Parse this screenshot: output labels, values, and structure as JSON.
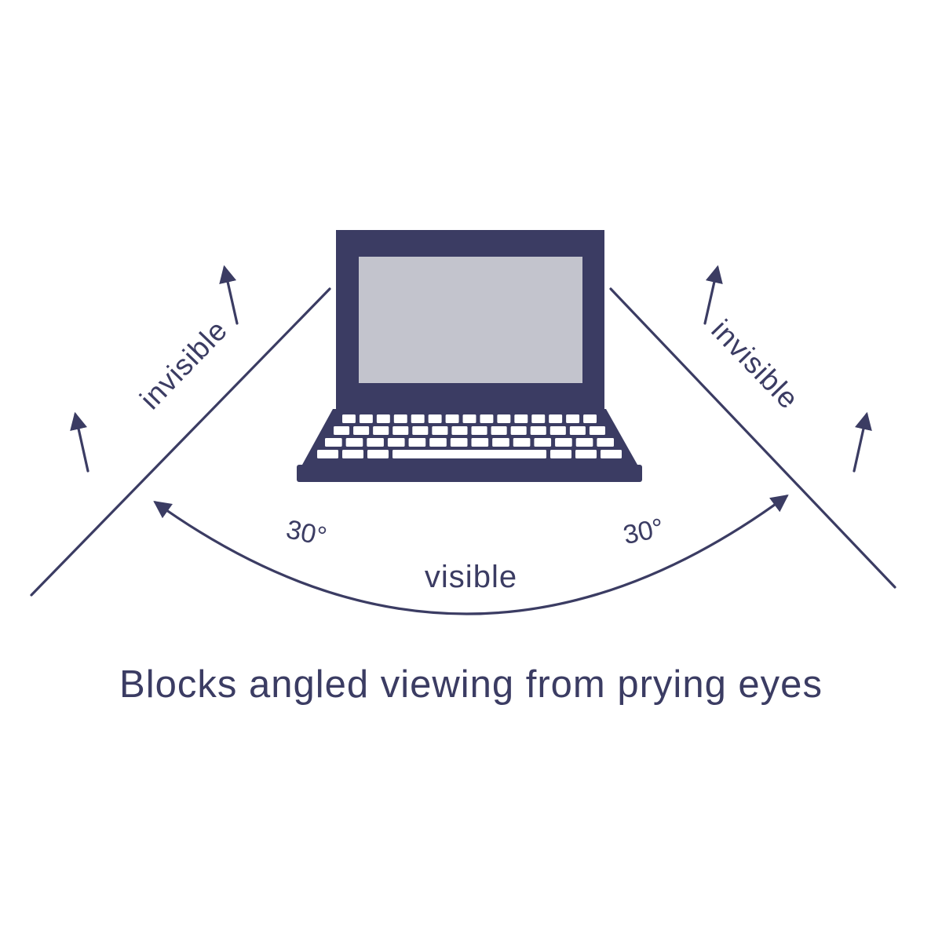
{
  "diagram": {
    "caption": "Blocks angled viewing from prying eyes",
    "labels": {
      "invisible_left": "invisible",
      "invisible_right": "invisible",
      "visible": "visible",
      "angle_left": "30°",
      "angle_right": "30°"
    },
    "colors": {
      "primary": "#3b3c63",
      "screen_fill": "#c3c4cd",
      "background": "#ffffff",
      "key_fill": "#ffffff"
    }
  }
}
